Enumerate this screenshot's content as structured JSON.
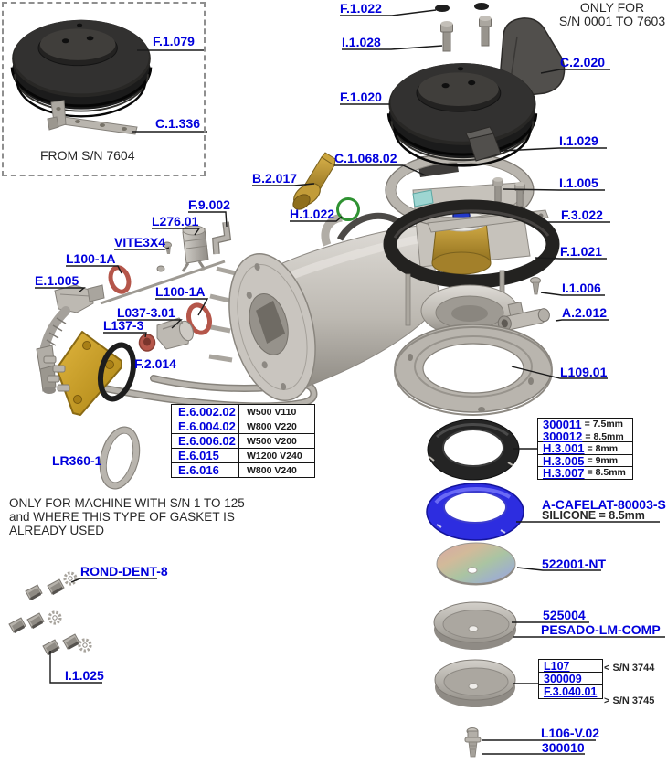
{
  "colors": {
    "label_blue": "#0000dd",
    "line_black": "#1a1a1a",
    "silicone_blue": "#2d2de0"
  },
  "inset": {
    "part_top": "F.1.079",
    "part_bottom": "C.1.336",
    "caption": "FROM S/N 7604"
  },
  "top_note": {
    "line1": "ONLY FOR",
    "line2": "S/N 0001 TO 7603"
  },
  "labels": {
    "f1022": "F.1.022",
    "i1028": "I.1.028",
    "c2020": "C.2.020",
    "f1020": "F.1.020",
    "i1029": "I.1.029",
    "c106802": "C.1.068.02",
    "b2017": "B.2.017",
    "i1005": "I.1.005",
    "h1022": "H.1.022",
    "f3022": "F.3.022",
    "f9002": "F.9.002",
    "l27601": "L276.01",
    "vite3x4": "VITE3X4",
    "f1021": "F.1.021",
    "l1001a_upper": "L100-1A",
    "e1005": "E.1.005",
    "i1006": "I.1.006",
    "l1001a_lower": "L100-1A",
    "l037301": "L037-3.01",
    "a2012": "A.2.012",
    "l1373": "L137-3",
    "f2014": "F.2.014",
    "l10901": "L109.01",
    "lr3601": "LR360-1",
    "ronddent8": "ROND-DENT-8",
    "i1025": "I.1.025",
    "acafelat": "A-CAFELAT-80003-S",
    "silicone": "SILICONE = 8.5mm",
    "n522001": "522001-NT",
    "n525004": "525004",
    "pesado": "PESADO-LM-COMP",
    "l106v02": "L106-V.02",
    "n300010": "300010"
  },
  "machine_note": {
    "line1": "ONLY FOR MACHINE WITH S/N 1 TO 125",
    "line2": "and WHERE THIS TYPE OF GASKET IS",
    "line3": "ALREADY USED"
  },
  "element_table": {
    "rows": [
      {
        "part": "E.6.002.02",
        "spec": "W500 V110"
      },
      {
        "part": "E.6.004.02",
        "spec": "W800 V220"
      },
      {
        "part": "E.6.006.02",
        "spec": "W500 V200"
      },
      {
        "part": "E.6.015",
        "spec": "W1200 V240"
      },
      {
        "part": "E.6.016",
        "spec": "W800 V240"
      }
    ]
  },
  "gasket_table": {
    "rows": [
      {
        "part": "300011",
        "size": "= 7.5mm"
      },
      {
        "part": "300012",
        "size": "= 8.5mm"
      },
      {
        "part": "H.3.001",
        "size": "= 8mm"
      },
      {
        "part": "H.3.005",
        "size": "= 9mm"
      },
      {
        "part": "H.3.007",
        "size": "= 8.5mm"
      }
    ]
  },
  "screen_table": {
    "rows": [
      {
        "part": "L107"
      },
      {
        "part": "300009"
      },
      {
        "part": "F.3.040.01"
      }
    ],
    "note_top": "< S/N 3744",
    "note_bottom": "> S/N 3745"
  }
}
